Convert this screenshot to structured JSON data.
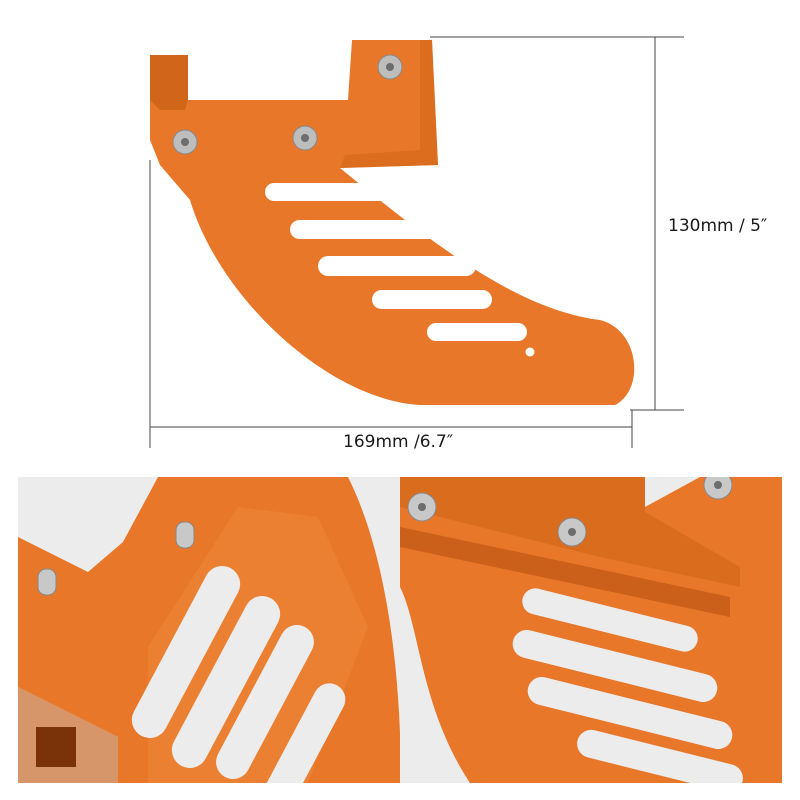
{
  "product": {
    "name": "rear brake disc guard",
    "color": "#e8772a",
    "dark_color": "#c85e14",
    "screw_color": "#b8b8b8"
  },
  "dimensions": {
    "height_label": "130mm / 5″",
    "width_label": "169mm /6.7″"
  },
  "panels": [
    {
      "id": "detail-left",
      "description": "close-up of slotted vents and locating pins"
    },
    {
      "id": "detail-right",
      "description": "close-up of mounting bolts and horizontal slots"
    }
  ]
}
